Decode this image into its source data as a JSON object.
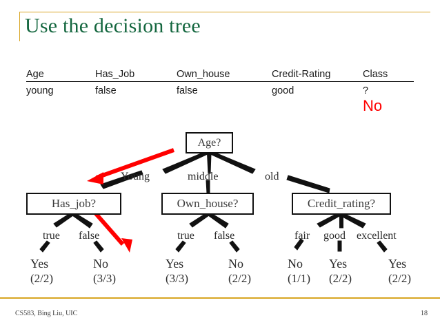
{
  "slide": {
    "title": "Use the decision tree",
    "footer_left": "CS583, Bing Liu, UIC",
    "page_number": "18",
    "accent_color": "#d8a521",
    "title_color": "#13663e",
    "highlight_color": "#ff0000"
  },
  "data_table": {
    "headers": [
      "Age",
      "Has_Job",
      "Own_house",
      "Credit-Rating",
      "Class"
    ],
    "rows": [
      [
        "young",
        "false",
        "false",
        "good",
        "?"
      ]
    ],
    "predicted_class": "No"
  },
  "tree": {
    "root": {
      "label": "Age?"
    },
    "internal_nodes": [
      {
        "label": "Has_job?"
      },
      {
        "label": "Own_house?"
      },
      {
        "label": "Credit_rating?"
      }
    ],
    "root_edge_labels": [
      "Young",
      "middle",
      "old"
    ],
    "branch_labels": {
      "has_job": [
        "true",
        "false"
      ],
      "own_house": [
        "true",
        "false"
      ],
      "credit_rating": [
        "fair",
        "good",
        "excellent"
      ]
    },
    "leaves": [
      {
        "class": "Yes",
        "count": "(2/2)"
      },
      {
        "class": "No",
        "count": "(3/3)"
      },
      {
        "class": "Yes",
        "count": "(3/3)"
      },
      {
        "class": "No",
        "count": "(2/2)"
      },
      {
        "class": "No",
        "count": "(1/1)"
      },
      {
        "class": "Yes",
        "count": "(2/2)"
      },
      {
        "class": "Yes",
        "count": "(2/2)"
      }
    ],
    "annotations": [
      {
        "name": "arrow-to-has-job",
        "color": "#ff0000"
      },
      {
        "name": "arrow-to-no-leaf",
        "color": "#ff0000"
      }
    ]
  }
}
